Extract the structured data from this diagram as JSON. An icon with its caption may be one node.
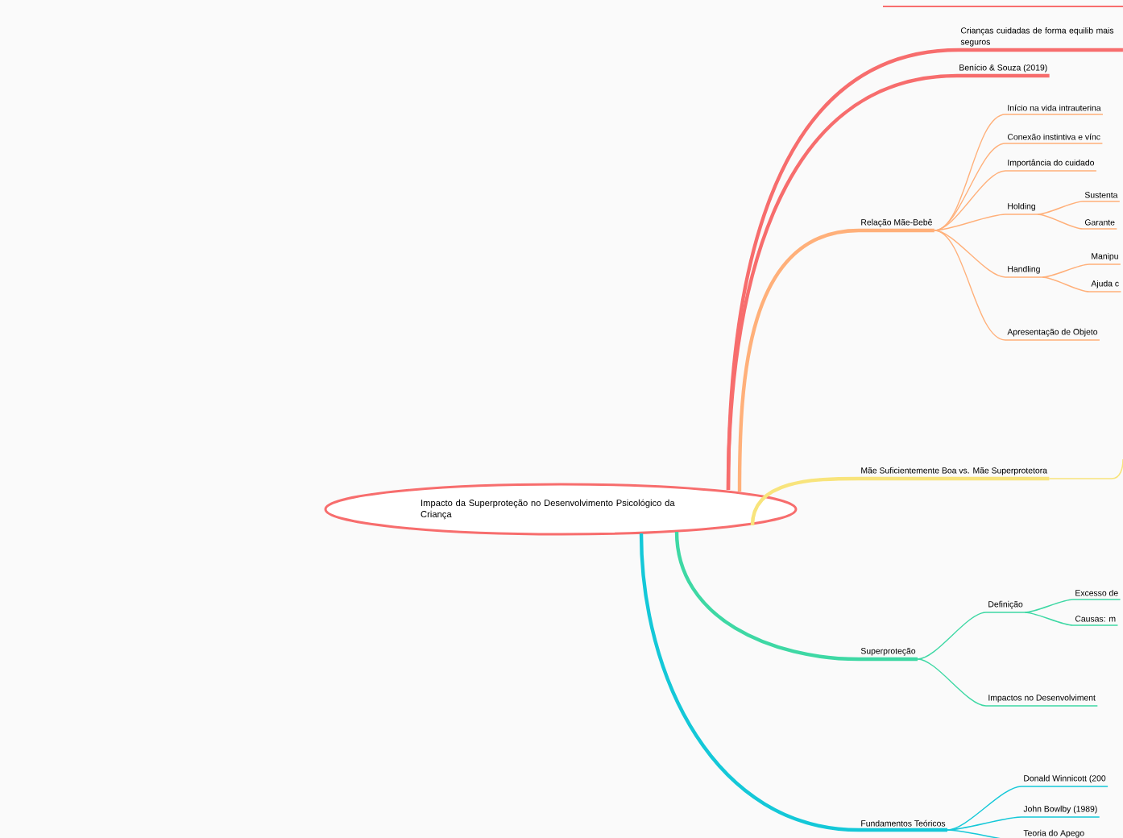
{
  "diagram": {
    "nodes": [
      {
        "text": [
          "Impacto da Superproteção no Desenvolvimento Psicológico da Criança"
        ]
      },
      {
        "text": [
          "Crianças cuidadas de forma equilib mais seguros"
        ]
      },
      {
        "text": [
          "Benício & Souza (2019)"
        ]
      },
      {
        "text": [
          "Relação Mãe-Bebê"
        ]
      },
      {
        "text": [
          "Início na vida intrauterina"
        ]
      },
      {
        "text": [
          "Conexão instintiva e vínc"
        ]
      },
      {
        "text": [
          "Importância do cuidado"
        ]
      },
      {
        "text": [
          "Holding"
        ]
      },
      {
        "text": [
          "Sustenta"
        ]
      },
      {
        "text": [
          "Garante"
        ]
      },
      {
        "text": [
          "Handling"
        ]
      },
      {
        "text": [
          "Manipu"
        ]
      },
      {
        "text": [
          "Ajuda c"
        ]
      },
      {
        "text": [
          "Apresentação de Objeto"
        ]
      },
      {
        "text": [
          "Mãe Suficientemente Boa vs. Mãe Superprotetora"
        ]
      },
      {
        "text": [
          "Superproteção"
        ]
      },
      {
        "text": [
          "Definição"
        ]
      },
      {
        "text": [
          "Excesso de"
        ]
      },
      {
        "text": [
          "Causas: m"
        ]
      },
      {
        "text": [
          "Impactos no Desenvolviment"
        ]
      },
      {
        "text": [
          "Fundamentos Teóricos"
        ]
      },
      {
        "text": [
          "Donald Winnicott (200"
        ]
      },
      {
        "text": [
          "John Bowlby (1989)"
        ]
      },
      {
        "text": [
          "Teoria do Apego"
        ]
      }
    ],
    "edges": [
      {
        "from": 0,
        "to": 1,
        "arrow": "none",
        "style": "thick",
        "color": "#f76d6d"
      },
      {
        "from": 0,
        "to": 2,
        "arrow": "none",
        "style": "thick",
        "color": "#f76d6d"
      },
      {
        "from": 0,
        "to": 3,
        "arrow": "none",
        "style": "thick"
      },
      {
        "from": 3,
        "to": 4,
        "arrow": "none"
      },
      {
        "from": 3,
        "to": 5,
        "arrow": "none"
      },
      {
        "from": 3,
        "to": 6,
        "arrow": "none"
      },
      {
        "from": 3,
        "to": 7,
        "arrow": "none"
      },
      {
        "from": 7,
        "to": 8,
        "arrow": "none"
      },
      {
        "from": 7,
        "to": 9,
        "arrow": "none"
      },
      {
        "from": 3,
        "to": 10,
        "arrow": "none"
      },
      {
        "from": 10,
        "to": 11,
        "arrow": "none"
      },
      {
        "from": 10,
        "to": 12,
        "arrow": "none"
      },
      {
        "from": 3,
        "to": 13,
        "arrow": "none"
      },
      {
        "from": 0,
        "to": 14,
        "arrow": "none",
        "style": "thick",
        "color": "#f8e47c"
      },
      {
        "from": 0,
        "to": 15,
        "arrow": "none",
        "style": "thick",
        "color": "#3ed8a4"
      },
      {
        "from": 15,
        "to": 16,
        "arrow": "none",
        "color": "#3ed8a4"
      },
      {
        "from": 16,
        "to": 17,
        "arrow": "none",
        "color": "#3ed8a4"
      },
      {
        "from": 16,
        "to": 18,
        "arrow": "none",
        "color": "#3ed8a4"
      },
      {
        "from": 15,
        "to": 19,
        "arrow": "none",
        "color": "#3ed8a4"
      },
      {
        "from": 0,
        "to": 20,
        "arrow": "none",
        "style": "thick",
        "color": "#14c8d8"
      },
      {
        "from": 20,
        "to": 21,
        "arrow": "none",
        "color": "#14c8d8"
      },
      {
        "from": 20,
        "to": 22,
        "arrow": "none",
        "color": "#14c8d8"
      },
      {
        "from": 20,
        "to": 23,
        "arrow": "none",
        "color": "#14c8d8"
      }
    ]
  }
}
